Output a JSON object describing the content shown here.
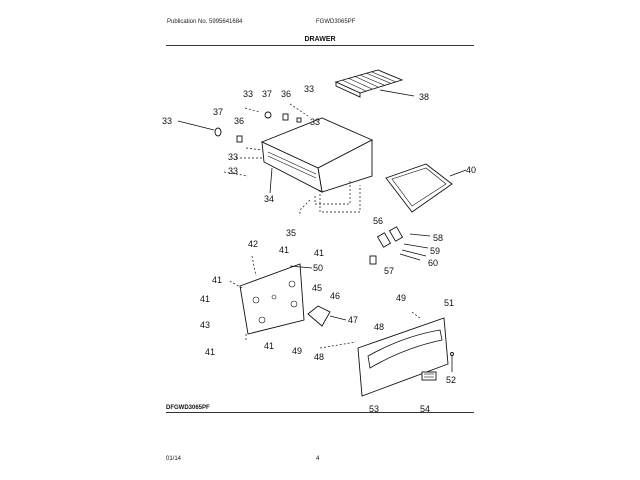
{
  "header": {
    "publication": "Publication No. 5995641684",
    "model": "FGWD3065PF",
    "section_title": "DRAWER"
  },
  "footer": {
    "diagram_code": "DFGWD3065PF",
    "date": "01/14",
    "page_number": "4"
  },
  "callouts": {
    "c33a": "33",
    "c37a": "37",
    "c36a": "36",
    "c33b": "33",
    "c38": "38",
    "c37b": "37",
    "c33c": "33",
    "c36b": "36",
    "c33d": "33",
    "c33e": "33",
    "c33f": "33",
    "c34": "34",
    "c40": "40",
    "c35": "35",
    "c56": "56",
    "c58": "58",
    "c59": "59",
    "c60": "60",
    "c57": "57",
    "c42": "42",
    "c41a": "41",
    "c41b": "41",
    "c50": "50",
    "c41c": "41",
    "c41d": "41",
    "c45": "45",
    "c46": "46",
    "c43": "43",
    "c47": "47",
    "c41e": "41",
    "c41f": "41",
    "c49a": "49",
    "c51": "51",
    "c48a": "48",
    "c49b": "49",
    "c48b": "48",
    "c52": "52",
    "c53": "53",
    "c54": "54"
  }
}
